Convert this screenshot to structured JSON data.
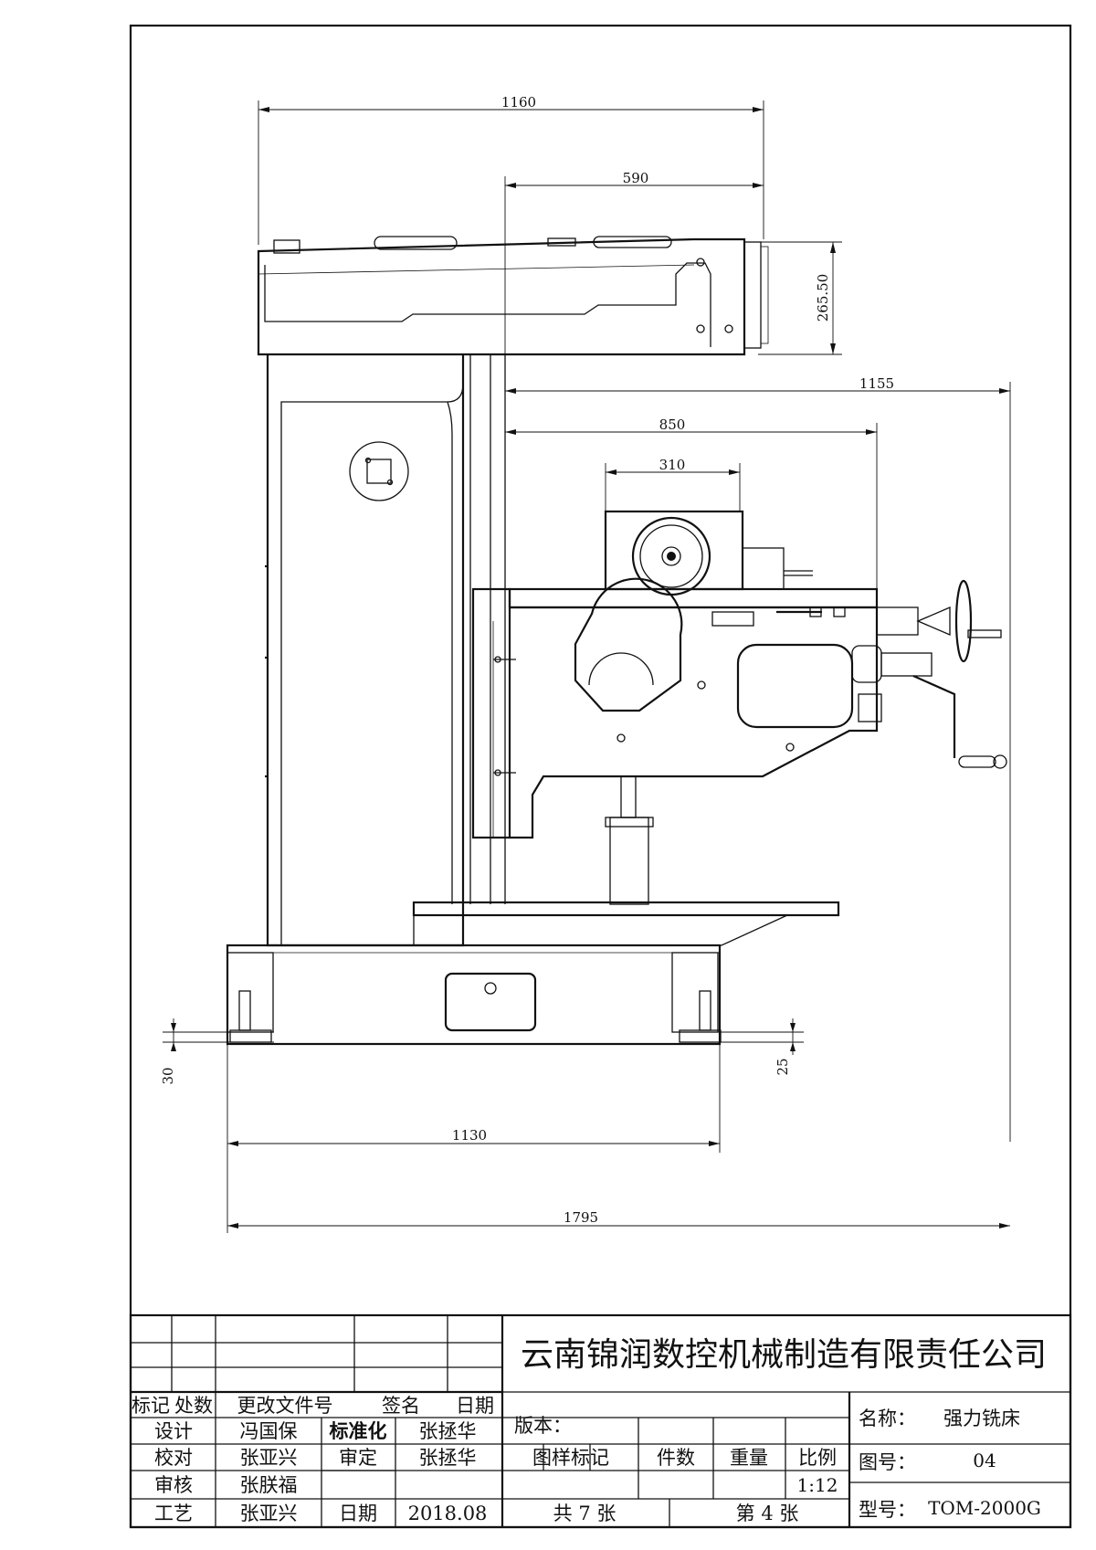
{
  "dimensions": {
    "d1160": "1160",
    "d590": "590",
    "d26550": "265.50",
    "d1155": "1155",
    "d850": "850",
    "d310": "310",
    "d30": "30",
    "d25": "25",
    "d1130": "1130",
    "d1795": "1795"
  },
  "title_block": {
    "company": "云南锦润数控机械制造有限责任公司",
    "revision_headers": {
      "mark": "标记",
      "count": "处数",
      "change_doc": "更改文件号",
      "signature": "签名",
      "date": "日期"
    },
    "rows": {
      "design_label": "设计",
      "design_name": "冯国保",
      "standard_label": "标准化",
      "standard_name": "张拯华",
      "check_label": "校对",
      "check_name": "张亚兴",
      "approve_label": "审定",
      "approve_name": "张拯华",
      "review_label": "审核",
      "review_name": "张朕福",
      "process_label": "工艺",
      "process_name": "张亚兴",
      "date_label": "日期",
      "date_value": "2018.08"
    },
    "version_label": "版本：",
    "drawing_mark_label": "图样标记",
    "quantity_label": "件数",
    "weight_label": "重量",
    "scale_label": "比例",
    "scale_value": "1:12",
    "total_sheets": "共 7 张",
    "sheet_number": "第 4 张",
    "name_label": "名称：",
    "name_value": "强力铣床",
    "drawing_no_label": "图号：",
    "drawing_no_value": "04",
    "model_label": "型号：",
    "model_value": "TOM-2000G"
  }
}
